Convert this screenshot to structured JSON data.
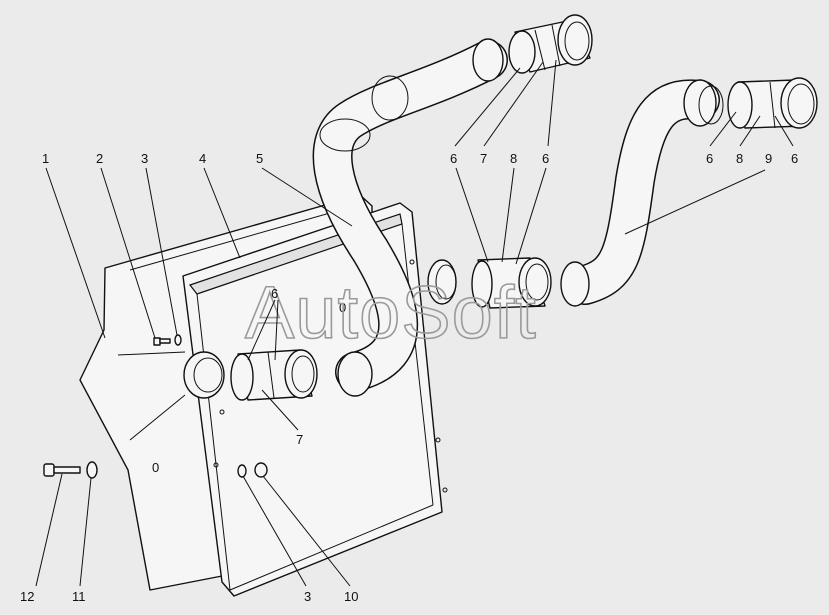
{
  "watermark": "AutoSoft",
  "callouts": {
    "c1": "1",
    "c2": "2",
    "c3a": "3",
    "c4": "4",
    "c5": "5",
    "c6a": "6",
    "c7a": "7",
    "c8a": "8",
    "c6b": "6",
    "c6c": "6",
    "c8b": "8",
    "c9": "9",
    "c6d": "6",
    "c6e": "6",
    "c7b": "7",
    "c12": "12",
    "c11": "11",
    "c3b": "3",
    "c10": "10"
  },
  "marks": {
    "o_left": "0",
    "o_right": "0"
  },
  "colors": {
    "background": "#ebebeb",
    "line": "#111111",
    "watermark": "#9a9a9a"
  }
}
